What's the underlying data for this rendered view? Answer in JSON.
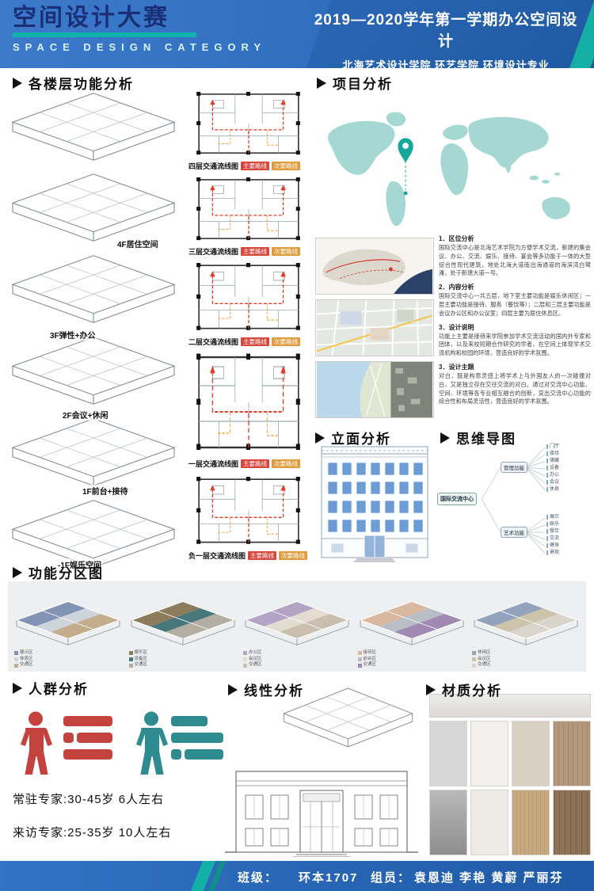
{
  "header": {
    "title": "空间设计大赛",
    "subtitle": "SPACE DESIGN CATEGORY",
    "term_line": "2019—2020学年第一学期办公空间设计",
    "school_line": "北海艺术设计学院  环艺学院  环境设计专业"
  },
  "sections": {
    "floors": "各楼层功能分析",
    "project": "项目分析",
    "elevation": "立面分析",
    "mindmap": "思维导图",
    "zoning": "功能分区图",
    "crowd": "人群分析",
    "linear": "线性分析",
    "material": "材质分析"
  },
  "floors": {
    "labels": [
      "4F居住空间",
      "3F弹性+办公",
      "2F会议+休闲",
      "1F前台+接待",
      "-1F娱乐空间"
    ]
  },
  "flows": {
    "legend_primary": "主要路线",
    "legend_secondary": "次要路线",
    "items": [
      "四层交通流线图",
      "三层交通流线图",
      "二层交通流线图",
      "一层交通流线图",
      "负一层交通流线图"
    ]
  },
  "project": {
    "paragraphs": [
      {
        "heading": "1．区位分析",
        "body": "国际交流中心是北海艺术学院为方便学术交流，新建的集会议、办公、交流、娱乐、接待、宴会等多功能于一体的大型综合性现代建筑，地处北海大道南出海通道的海滨湾白鹭滩，处于新建大道一号。"
      },
      {
        "heading": "2．内容分析",
        "body": "国际交流中心一共五层，地下室主要功能是娱乐休闲区；一层主要功能是接待、服务（餐饮等）；二层和三层主要功能是会议办公区和办公议室；四层主要为居住休息区。"
      },
      {
        "heading": "3．设计说明",
        "body": "功能上主要是接待来学院参加学术交流活动的国内外专家和团体，以及来校短期合作研究的学者，在空间上体现学术交流机构和校园的环境，营造良好的学术氛围。"
      },
      {
        "heading": "3．设计主题",
        "body": "对白，既是构思灵感上将学术上与外国友人的一次碰撞对白，又是独立存在交往交流的对白。通过对交流中心功能、空间、环境等各专业相互融合的创新，突出交流中心功能的综合性和布局灵活性，营造良好的学术氛围。"
      }
    ]
  },
  "mindmap": {
    "center": "国际交流中心",
    "branch_top": "管理功能",
    "branch_bottom": "艺术功能",
    "leaves_top": [
      "门厅",
      "接待",
      "储藏",
      "设备",
      "办公",
      "会议",
      "休息"
    ],
    "leaves_bottom": [
      "展示",
      "娱乐",
      "餐饮",
      "交流",
      "健身",
      "景观"
    ]
  },
  "zoning": {
    "items": [
      {
        "legend": [
          "展示区",
          "休息区",
          "交通区"
        ]
      },
      {
        "legend": [
          "娱乐区",
          "设备区",
          "交通区"
        ]
      },
      {
        "legend": [
          "办公区",
          "会议区",
          "交通区"
        ]
      },
      {
        "legend": [
          "接待区",
          "前台区",
          "交通区"
        ]
      },
      {
        "legend": [
          "休闲区",
          "会议区",
          "交通区"
        ]
      }
    ]
  },
  "crowd": {
    "resident": "常驻专家:30-45岁  6人左右",
    "visiting": "来访专家:25-35岁  10人左右"
  },
  "footer": {
    "class_label": "班级：",
    "class_value": "环本1707",
    "members_label": "组员：",
    "members_value": "袁恩迪  李艳  黄蔚  严丽芬"
  },
  "colors": {
    "header_blue": "#306ec0",
    "accent_teal": "#12b3ab",
    "title_navy": "#1b2f77",
    "route_primary": "#e23b28",
    "route_secondary": "#efa23b",
    "crowd_red": "#c5433e",
    "crowd_teal": "#2e8b90",
    "map_teal": "#a5d8d2"
  }
}
